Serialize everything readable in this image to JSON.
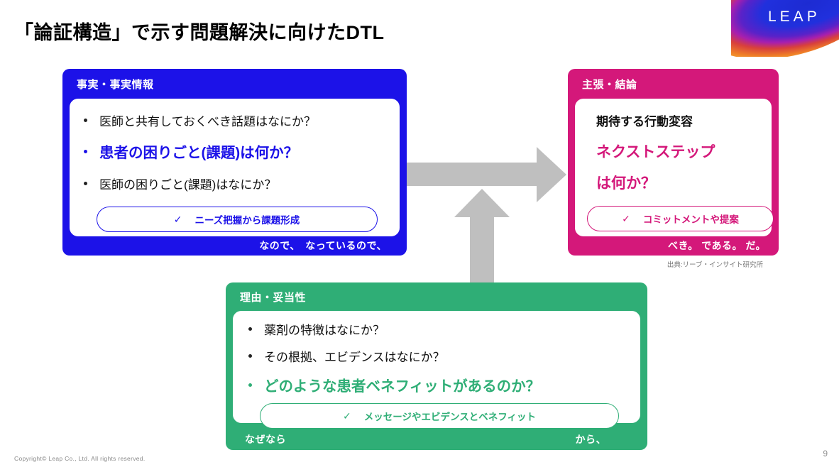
{
  "slide": {
    "title": "「論証構造」で示す問題解決に向けたDTL",
    "logo": {
      "text": "LEAP"
    },
    "source_note": "出典:リーブ・インサイト研究所",
    "footer": {
      "copyright": "Copyright© Leap Co., Ltd.  All rights reserved.",
      "page_number": "9"
    }
  },
  "colors": {
    "fact_blue": "#1c12e8",
    "claim_pink": "#d4187a",
    "reason_green": "#2fae76",
    "arrow_gray": "#bfbfbf"
  },
  "fact_box": {
    "header": "事実・事実情報",
    "bullets": [
      {
        "text": "医師と共有しておくべき話題はなにか？",
        "emphasized": false
      },
      {
        "text": "患者の困りごと(課題)は何か？",
        "emphasized": true
      },
      {
        "text": "医師の困りごと(課題)はなにか？",
        "emphasized": false
      }
    ],
    "pill": {
      "check": "✓",
      "label": "ニーズ把握から課題形成"
    },
    "connective": "なので、　なっているので、"
  },
  "claim_box": {
    "header": "主張・結論",
    "lines": [
      {
        "text": "期待する行動変容",
        "emphasized": false
      },
      {
        "text": "ネクストステップ",
        "emphasized": true
      },
      {
        "text": "は何か？",
        "emphasized": true
      }
    ],
    "pill": {
      "check": "✓",
      "label": "コミットメントや提案"
    },
    "connective": "べき。 である。 だ。"
  },
  "reason_box": {
    "header": "理由・妥当性",
    "bullets": [
      {
        "text": "薬剤の特徴はなにか？",
        "emphasized": false
      },
      {
        "text": "その根拠、エビデンスはなにか？",
        "emphasized": false
      },
      {
        "text": "どのような患者ベネフィットがあるのか？",
        "emphasized": true
      }
    ],
    "pill": {
      "check": "✓",
      "label": "メッセージやエビデンスとベネフィット"
    },
    "connective_left": "なぜなら",
    "connective_right": "から、"
  }
}
